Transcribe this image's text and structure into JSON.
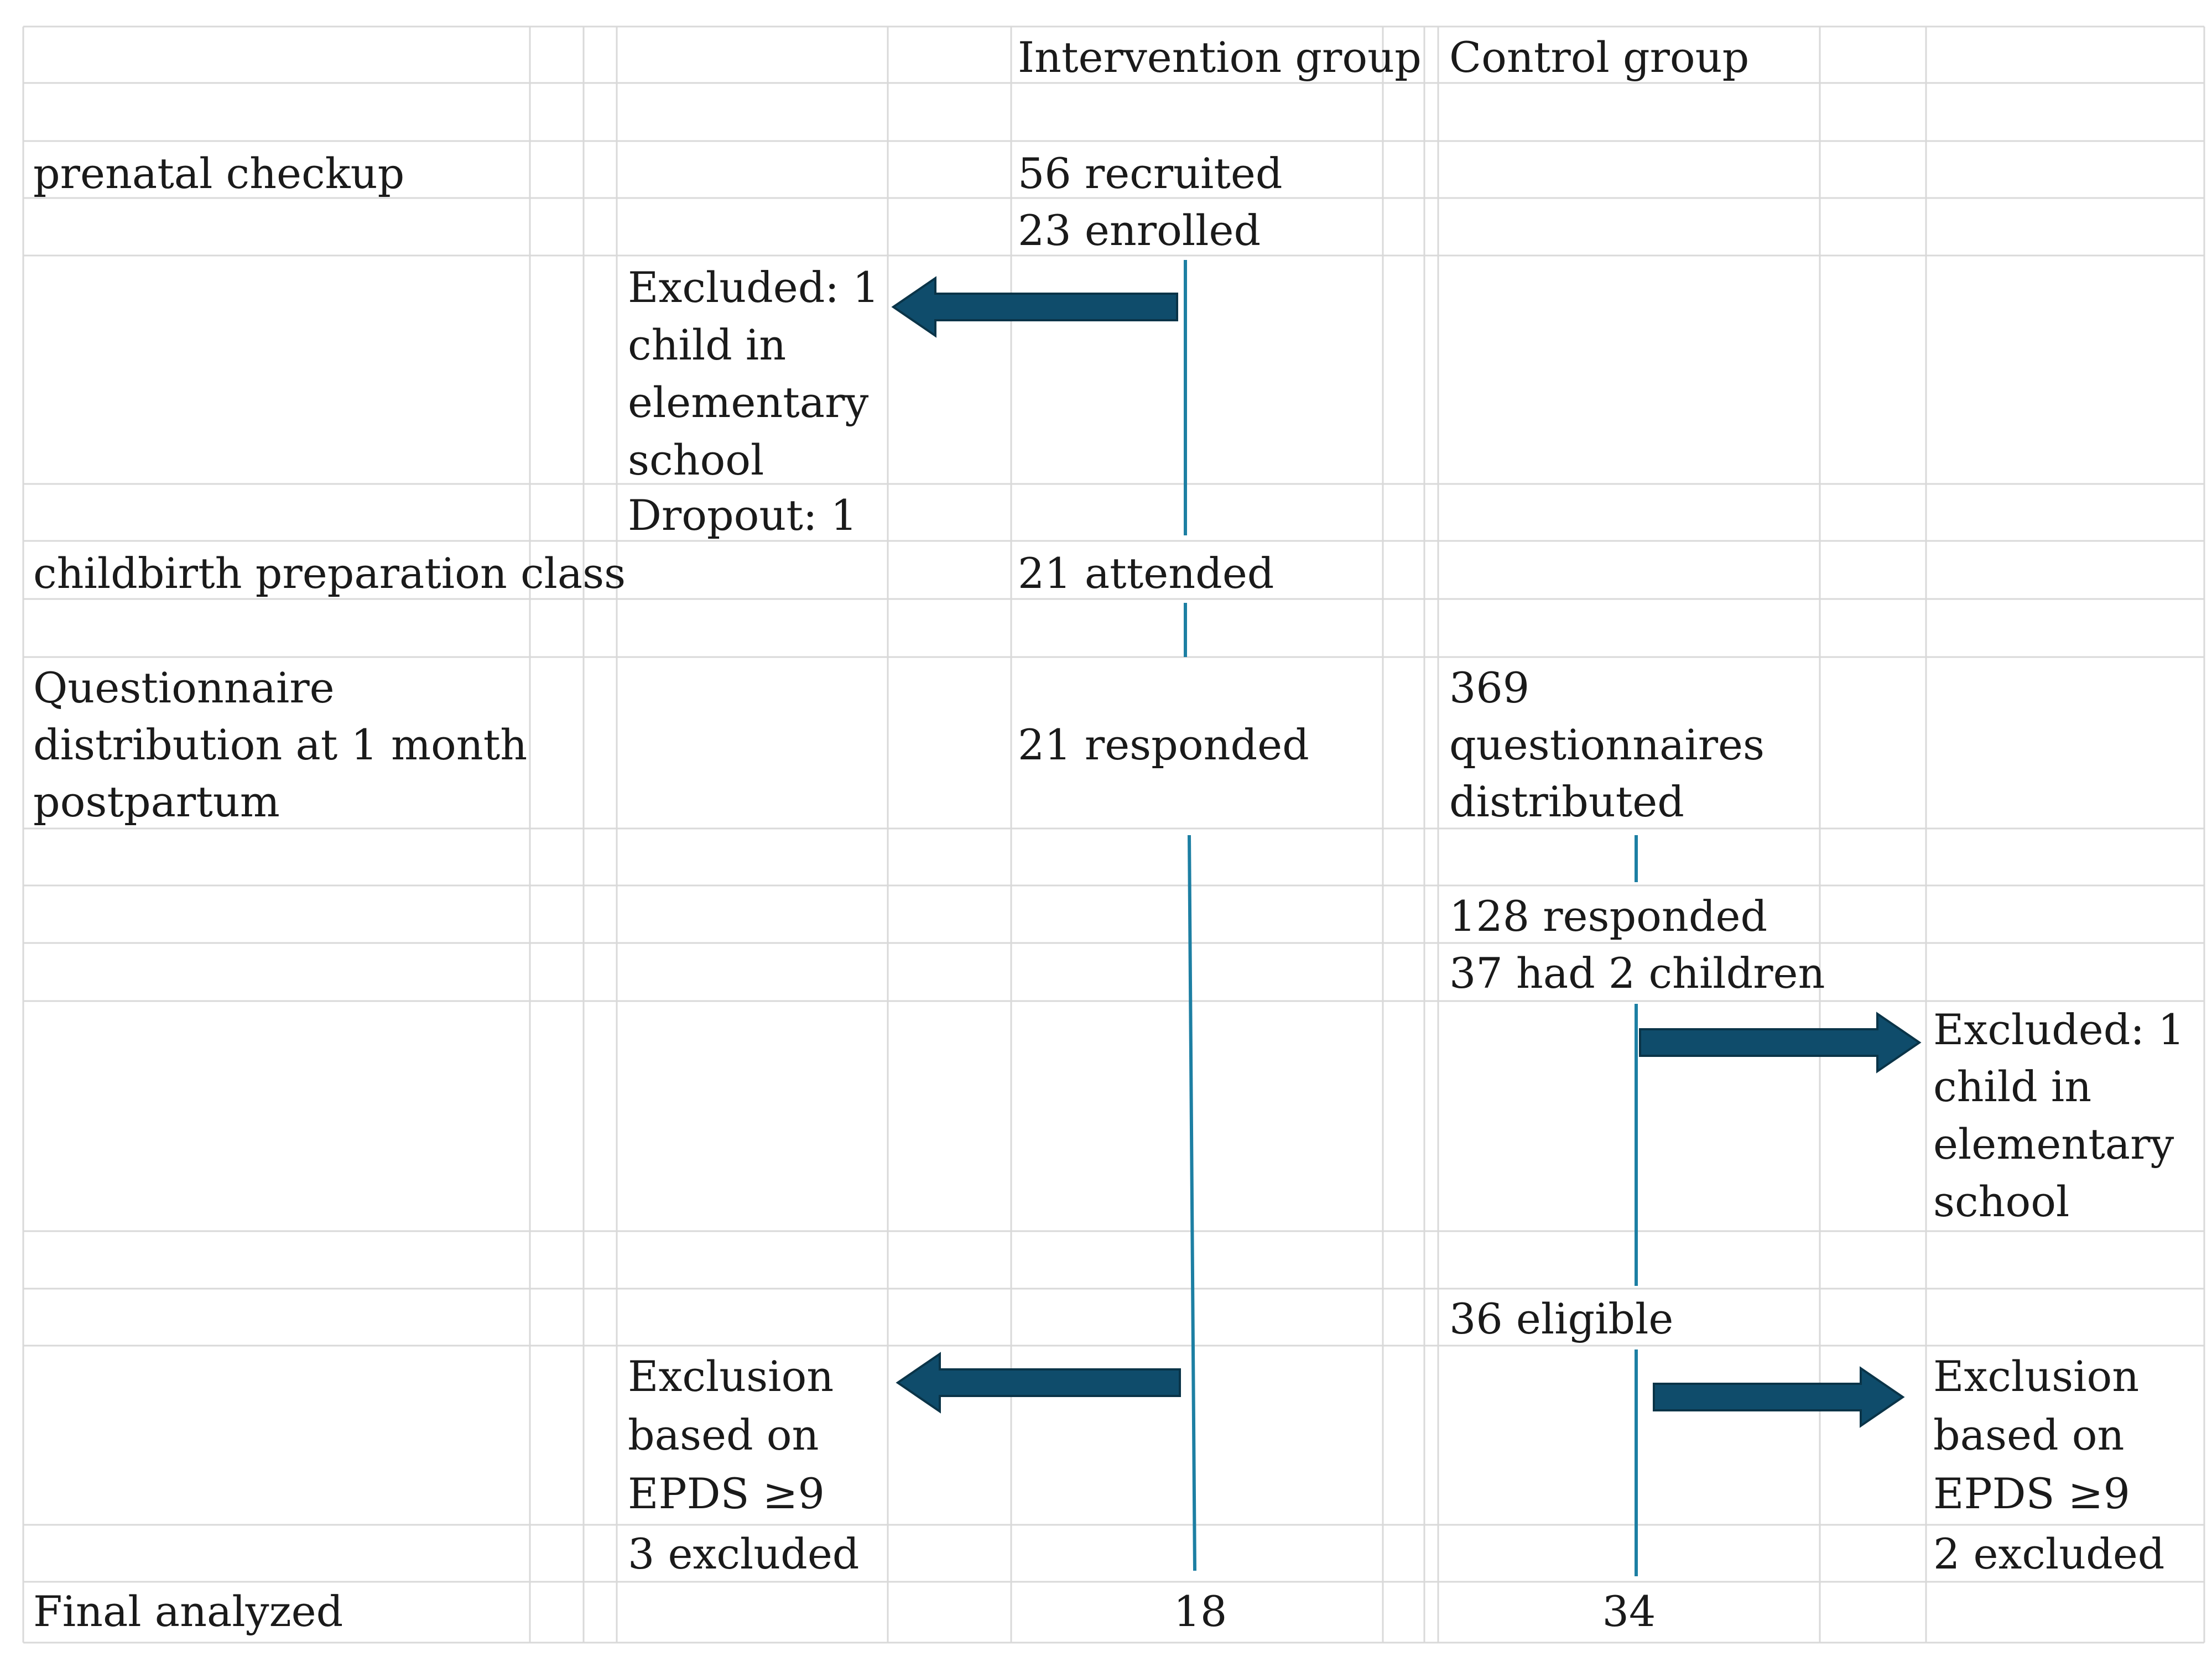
{
  "header": {
    "intervention": "Intervention group",
    "control": "Control group"
  },
  "stages": {
    "prenatal": "prenatal checkup",
    "class": "childbirth preparation class",
    "questionnaire": [
      "Questionnaire",
      "distribution at 1 month",
      "postpartum"
    ],
    "final": "Final analyzed"
  },
  "intervention": {
    "recruited": "56 recruited",
    "enrolled": "23 enrolled",
    "excluded1": [
      "Excluded: 1",
      "child in",
      "elementary",
      "school"
    ],
    "dropout": "Dropout: 1",
    "attended": "21 attended",
    "responded": "21 responded",
    "epds": [
      "Exclusion",
      "based on",
      "EPDS ≥9"
    ],
    "excluded_count": "3 excluded",
    "final": "18"
  },
  "control": {
    "distributed": [
      "369",
      "questionnaires",
      "distributed"
    ],
    "responded": "128 responded",
    "two_children": "37 had 2 children",
    "excluded1": [
      "Excluded: 1",
      "child in",
      "elementary",
      "school"
    ],
    "eligible": "36 eligible",
    "epds": [
      "Exclusion",
      "based on",
      "EPDS ≥9"
    ],
    "excluded_count": "2 excluded",
    "final": "34"
  },
  "colors": {
    "grid": "#d9d9d9",
    "flow_line": "#1d7fa3",
    "arrow_fill": "#0f4c6b",
    "arrow_stroke": "#0a3448"
  }
}
